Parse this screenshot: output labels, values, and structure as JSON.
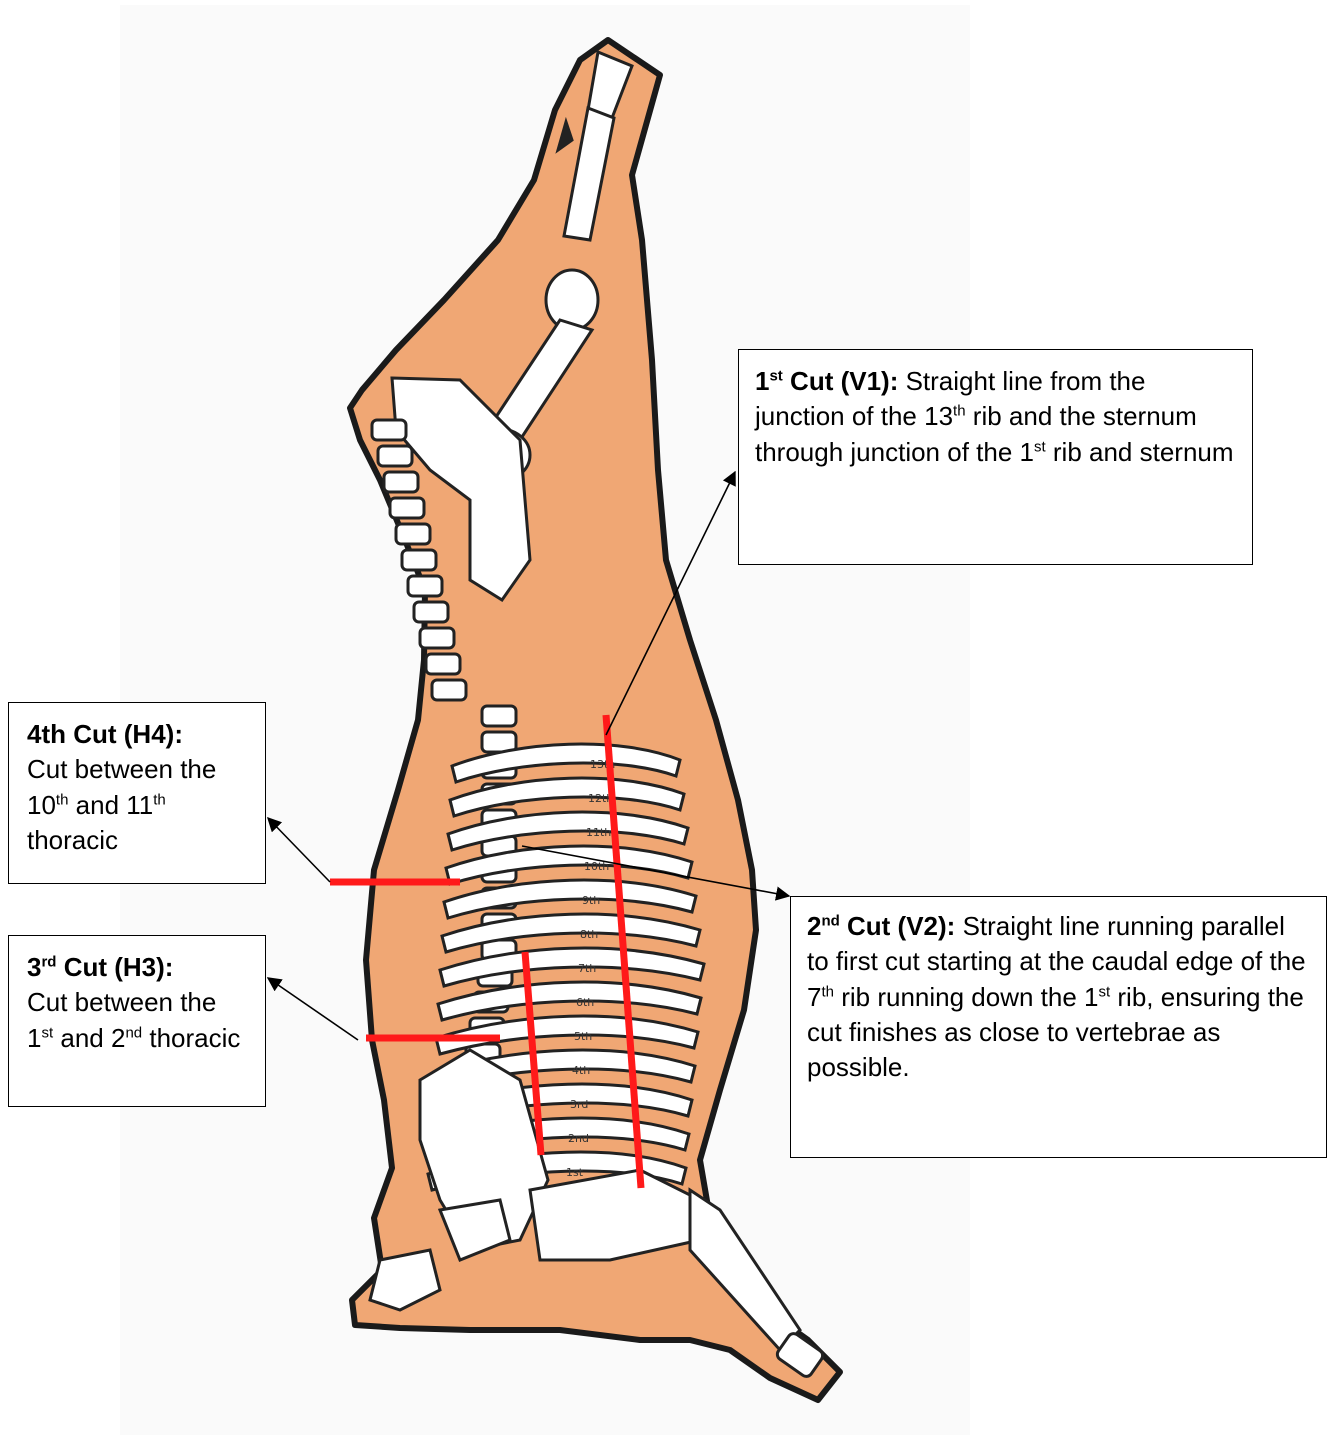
{
  "callouts": {
    "v1": {
      "title_sup": "st",
      "title_rest": " Cut (V1):",
      "title_num": "1",
      "t1": " Straight line from the junction of the 13",
      "s1": "th",
      "t2": " rib and the sternum through junction of the 1",
      "s2": "st",
      "t3": " rib and sternum"
    },
    "v2": {
      "title_num": "2",
      "title_sup": "nd",
      "title_rest": " Cut (V2):",
      "t1": " Straight line running parallel to first cut starting at the caudal edge of the 7",
      "s1": "th",
      "t2": " rib running down the 1",
      "s2": "st",
      "t3": " rib, ensuring the cut finishes as close to vertebrae as possible."
    },
    "h4": {
      "title": "4th Cut (H4):",
      "t1": "Cut between the 10",
      "s1": "th",
      "t2": " and 11",
      "s2": "th",
      "t3": " thoracic"
    },
    "h3": {
      "title_num": "3",
      "title_sup": "rd",
      "title_rest": " Cut (H3):",
      "t1": "Cut between the 1",
      "s1": "st",
      "t2": " and 2",
      "s2": "nd",
      "t3": " thoracic"
    }
  },
  "rib_labels": [
    "13th",
    "12th",
    "11th",
    "10th",
    "9th",
    "8th",
    "7th",
    "6th",
    "5th",
    "4th",
    "3rd",
    "2nd",
    "1st"
  ],
  "colors": {
    "carcass_fill": "#f0a774",
    "carcass_outline": "#1a1a1a",
    "bone_fill": "#ffffff",
    "cut_line": "#ff1a1a",
    "arrow": "#000000"
  }
}
